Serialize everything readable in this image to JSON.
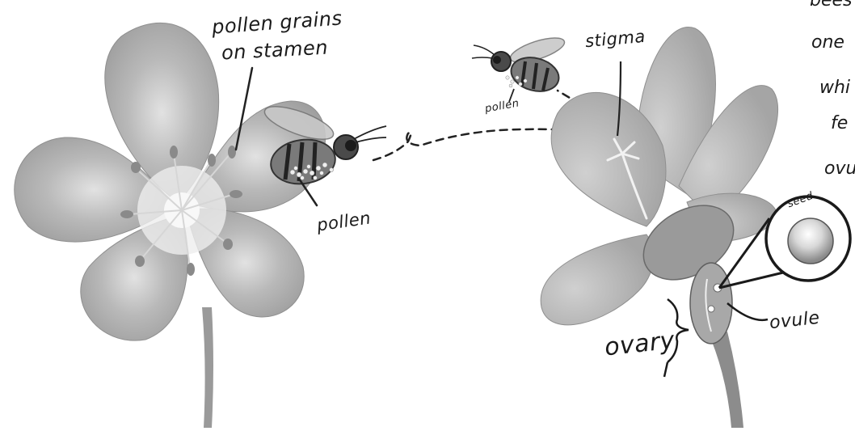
{
  "labels": {
    "pollen_grains_line1": "pollen grains",
    "pollen_grains_line2": "on stamen",
    "pollen_left": "pollen",
    "pollen_small": "pollen",
    "stigma": "stigma",
    "seed": "seed",
    "ovule": "ovule",
    "ovary": "ovary"
  },
  "side_text": [
    "bees",
    "one",
    "whi",
    "fe",
    "ovu"
  ]
}
